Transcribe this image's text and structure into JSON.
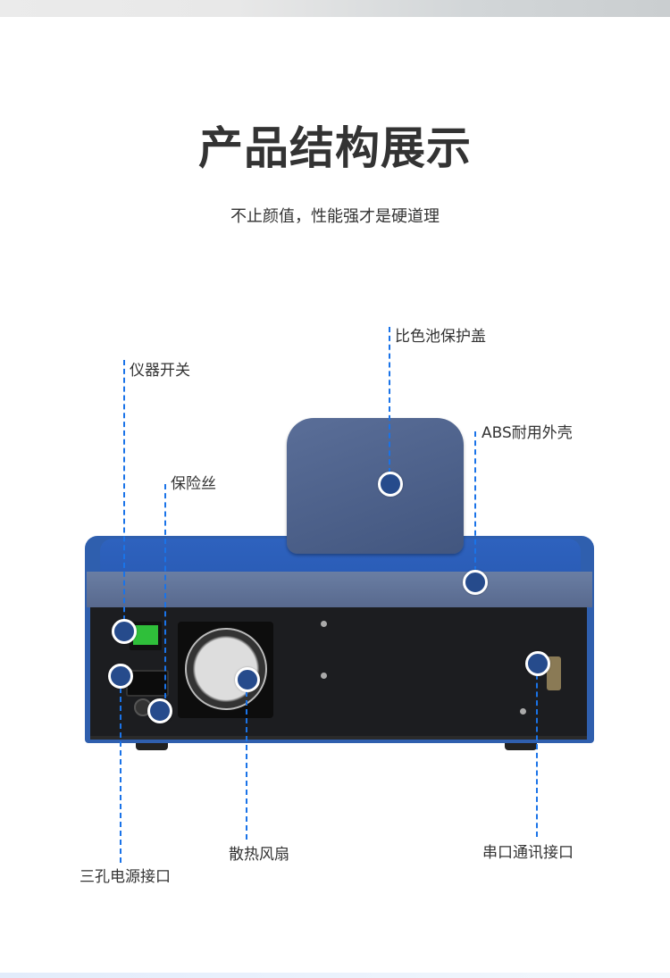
{
  "header": {
    "title": "产品结构展示",
    "subtitle": "不止颜值，性能强才是硬道理"
  },
  "callouts": [
    {
      "label": "仪器开关"
    },
    {
      "label": "保险丝"
    },
    {
      "label": "比色池保护盖"
    },
    {
      "label": "ABS耐用外壳"
    },
    {
      "label": "三孔电源接口"
    },
    {
      "label": "散热风扇"
    },
    {
      "label": "串口通讯接口"
    }
  ],
  "colors": {
    "accent_line": "#1a73e8",
    "dot": "#264b8c",
    "device_blue": "#2f5fae",
    "panel": "#1c1d20",
    "switch": "#2fbf3a"
  }
}
